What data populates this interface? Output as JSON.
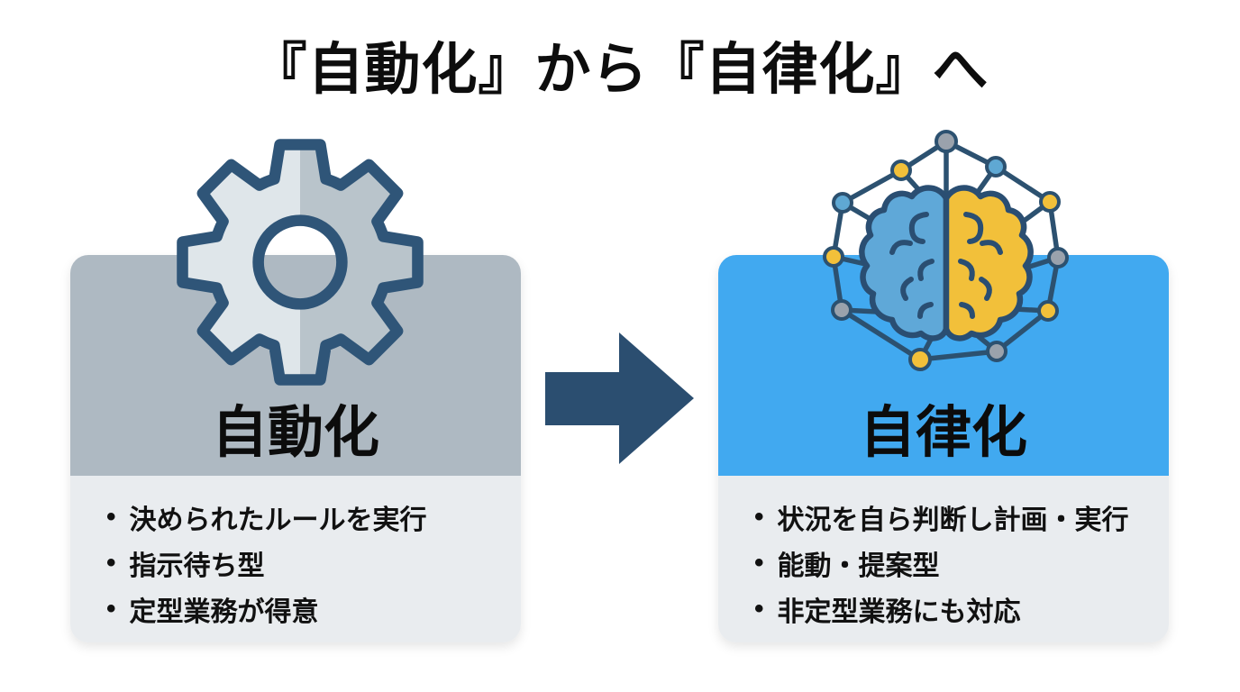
{
  "title": "『自動化』から『自律化』へ",
  "cards": {
    "left": {
      "title": "自動化",
      "bullets": [
        "決められたルールを実行",
        "指示待ち型",
        "定型業務が得意"
      ],
      "bullet_marker": "•"
    },
    "right": {
      "title": "自律化",
      "bullets": [
        "状況を自ら判断し計画・実行",
        "能動・提案型",
        "非定型業務にも対応"
      ],
      "bullet_marker": "•"
    }
  },
  "icons": {
    "left": "gear-icon",
    "right": "brain-network-icon",
    "between": "right-arrow-icon"
  },
  "colors": {
    "left_header": "#aeb9c2",
    "card_body": "#e9ecef",
    "right_header": "#41a9f0",
    "arrow": "#2b4e70",
    "outline": "#2f5578",
    "gear_light": "#dfe6ea",
    "gear_dark": "#b9c4cb",
    "brain_blue": "#5fa8d8",
    "brain_yellow": "#f2c03a",
    "node_gray": "#9aa2ac",
    "node_yellow": "#f2c03a",
    "node_blue": "#5fa8d3",
    "text": "#111111",
    "background": "#ffffff"
  }
}
